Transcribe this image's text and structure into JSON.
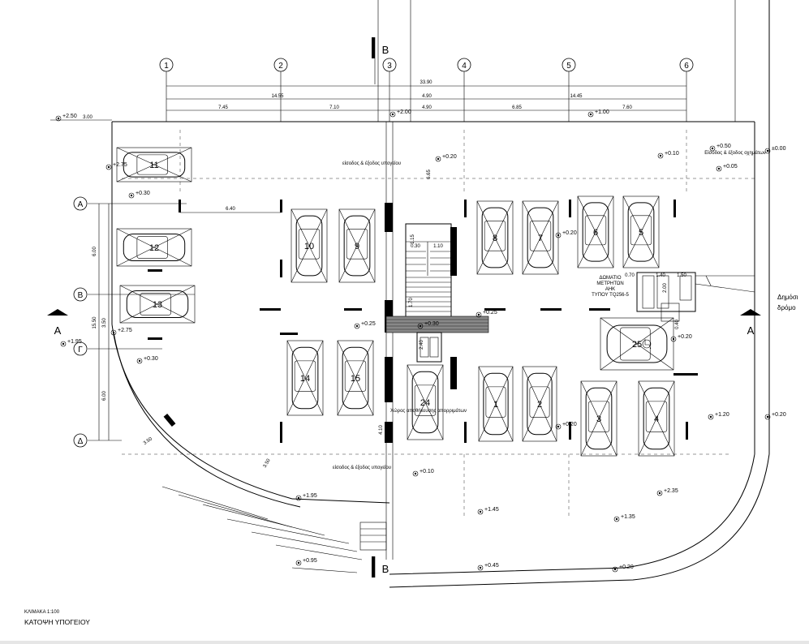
{
  "drawing": {
    "scale_label": "ΚΛΙΜΑΚΑ  1:100",
    "title": "ΚΑΤΟΨΗ ΥΠΟΓΕΙΟΥ",
    "road_label_line1": "Δημόσι",
    "road_label_line2": "δρόμο"
  },
  "grid_columns": [
    "1",
    "2",
    "3",
    "4",
    "5",
    "6"
  ],
  "grid_rows": [
    "Α",
    "Β",
    "Γ",
    "Δ"
  ],
  "section_marks": {
    "vertical": "Β",
    "horizontal": "Α"
  },
  "dimensions_top": {
    "overall": "33.90",
    "row2": [
      "14.55",
      "4.90",
      "14.45"
    ],
    "row3": [
      "7.45",
      "7.10",
      "4.90",
      "6.85",
      "7.60"
    ]
  },
  "dimensions_left": [
    "6.00",
    "3.50",
    "15.50",
    "6.00"
  ],
  "dimensions_misc": [
    "3.00",
    "6.40",
    "6.65",
    "1.15",
    "0.30",
    "1.10",
    "1.70",
    "2.40",
    "4.10",
    "3.50",
    "3.50",
    "0.70",
    "1.40",
    "1.50",
    "2.00",
    "0.40"
  ],
  "parking_spaces": [
    "1",
    "2",
    "3",
    "4",
    "5",
    "6",
    "7",
    "8",
    "9",
    "10",
    "11",
    "12",
    "13",
    "14",
    "15",
    "24",
    "25"
  ],
  "levels": [
    "+2.50",
    "+2.00",
    "+1.00",
    "+0.20",
    "+0.10",
    "+0.50",
    "±0.00",
    "+0.05",
    "+2.75",
    "+0.30",
    "+0.20",
    "+0.25",
    "+0.30",
    "+0.25",
    "+1.95",
    "+2.75",
    "+0.30",
    "+0.20",
    "+1.20",
    "+0.20",
    "+0.20",
    "+0.10",
    "+2.35",
    "+1.95",
    "+1.45",
    "+1.35",
    "+0.95",
    "+0.45",
    "+0.20"
  ],
  "annotations": {
    "entrance1": "είσοδος & έξοδος υπογείου",
    "entrance2": "είσοδος & έξοδος υπογείου",
    "entrance3": "Είσοδος & έξοδος οχημάτων",
    "meter_room_1": "ΔΩΜΑΤΙΟ",
    "meter_room_2": "ΜΕΤΡΗΤΩΝ",
    "meter_room_3": "ΑΗΚ",
    "meter_room_4": "ΤΥΠΟΥ TQ256-5",
    "storage": "Χώρος αποθήκευσης απορριμάτων"
  },
  "colors": {
    "line": "#000000",
    "background": "#ffffff"
  }
}
